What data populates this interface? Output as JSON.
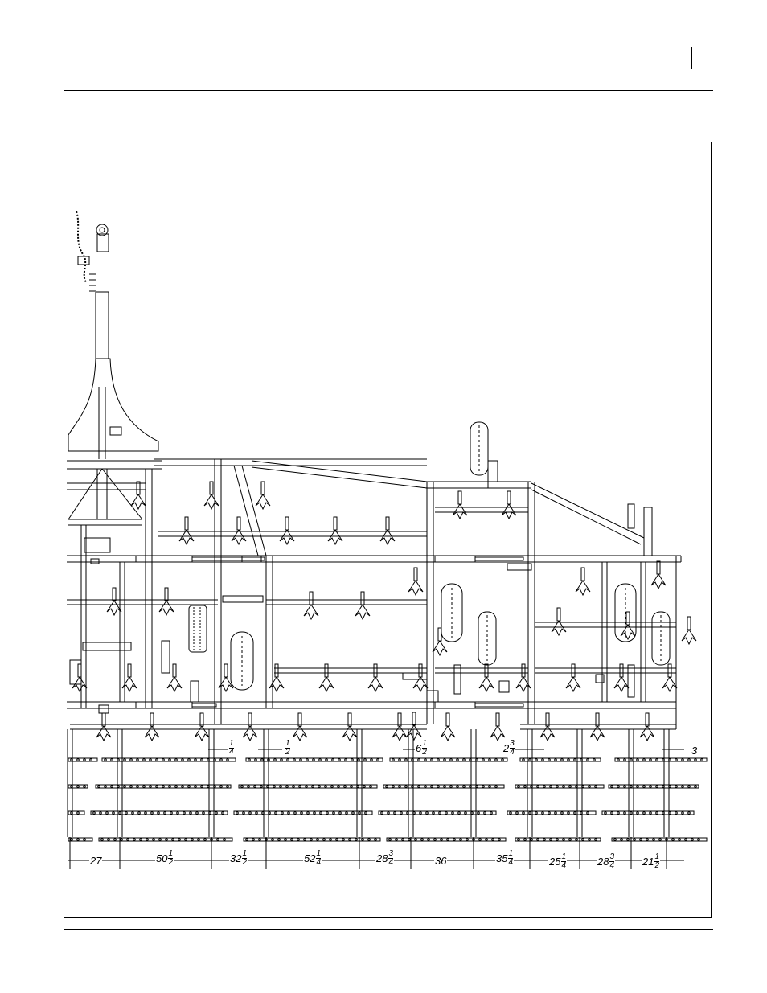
{
  "dimensions": {
    "top": [
      {
        "whole": "",
        "num": "1",
        "den": "4"
      },
      {
        "whole": "",
        "num": "1",
        "den": "2"
      },
      {
        "whole": "6",
        "num": "1",
        "den": "2"
      },
      {
        "whole": "2",
        "num": "3",
        "den": "4"
      },
      {
        "whole": "3",
        "num": "",
        "den": ""
      }
    ],
    "bottom": [
      {
        "whole": "27",
        "num": "",
        "den": ""
      },
      {
        "whole": "50",
        "num": "1",
        "den": "2"
      },
      {
        "whole": "32",
        "num": "1",
        "den": "2"
      },
      {
        "whole": "52",
        "num": "1",
        "den": "4"
      },
      {
        "whole": "28",
        "num": "3",
        "den": "4"
      },
      {
        "whole": "36",
        "num": "",
        "den": ""
      },
      {
        "whole": "35",
        "num": "1",
        "den": "4"
      },
      {
        "whole": "25",
        "num": "1",
        "den": "4"
      },
      {
        "whole": "28",
        "num": "3",
        "den": "4"
      },
      {
        "whole": "21",
        "num": "1",
        "den": "2"
      }
    ]
  }
}
